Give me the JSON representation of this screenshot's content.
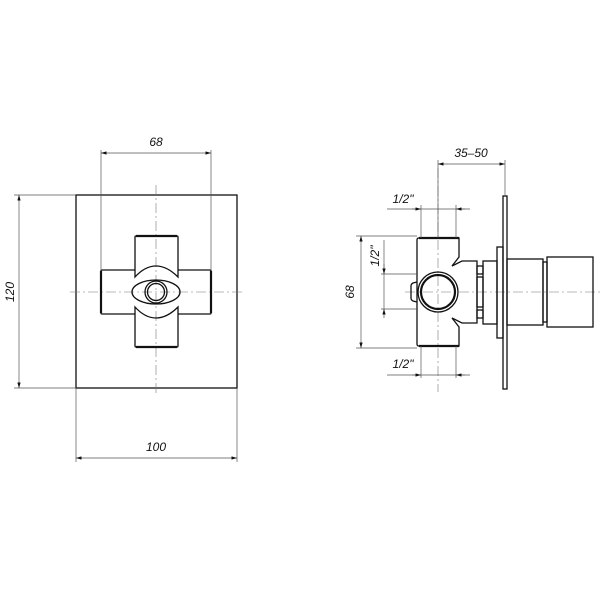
{
  "drawing": {
    "front_view": {
      "dim_handle_width": "68",
      "dim_plate_height": "120",
      "dim_plate_width": "100"
    },
    "side_view": {
      "dim_depth": "35–50",
      "dim_top_thread": "1/2\"",
      "dim_inlet_thread": "1/2\"",
      "dim_bottom_thread": "1/2\"",
      "dim_body_height": "68"
    }
  }
}
